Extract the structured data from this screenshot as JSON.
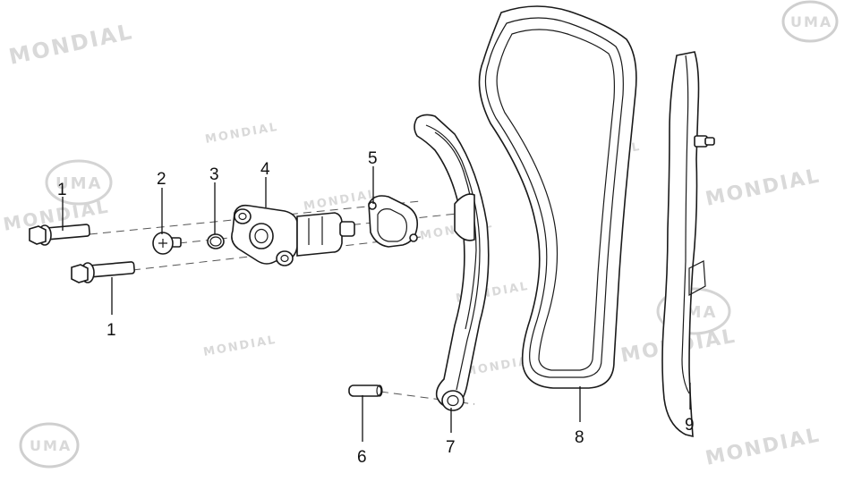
{
  "watermarks": {
    "brand_text": "MONDIAL",
    "logo_text": "UMA"
  },
  "callouts": {
    "c1a": "1",
    "c1b": "1",
    "c2": "2",
    "c3": "3",
    "c4": "4",
    "c5": "5",
    "c6": "6",
    "c7": "7",
    "c8": "8",
    "c9": "9"
  },
  "parts": [
    {
      "number": "1",
      "icon": "flange-bolt-icon"
    },
    {
      "number": "2",
      "icon": "screw-plug-icon"
    },
    {
      "number": "3",
      "icon": "o-ring-icon"
    },
    {
      "number": "4",
      "icon": "chain-tensioner-icon"
    },
    {
      "number": "5",
      "icon": "gasket-icon"
    },
    {
      "number": "6",
      "icon": "pin-icon"
    },
    {
      "number": "7",
      "icon": "tensioner-guide-icon"
    },
    {
      "number": "8",
      "icon": "timing-chain-icon"
    },
    {
      "number": "9",
      "icon": "chain-guide-icon"
    }
  ],
  "colors": {
    "line": "#1a1a1a",
    "watermark": "#d9d9d9",
    "background": "#ffffff"
  }
}
